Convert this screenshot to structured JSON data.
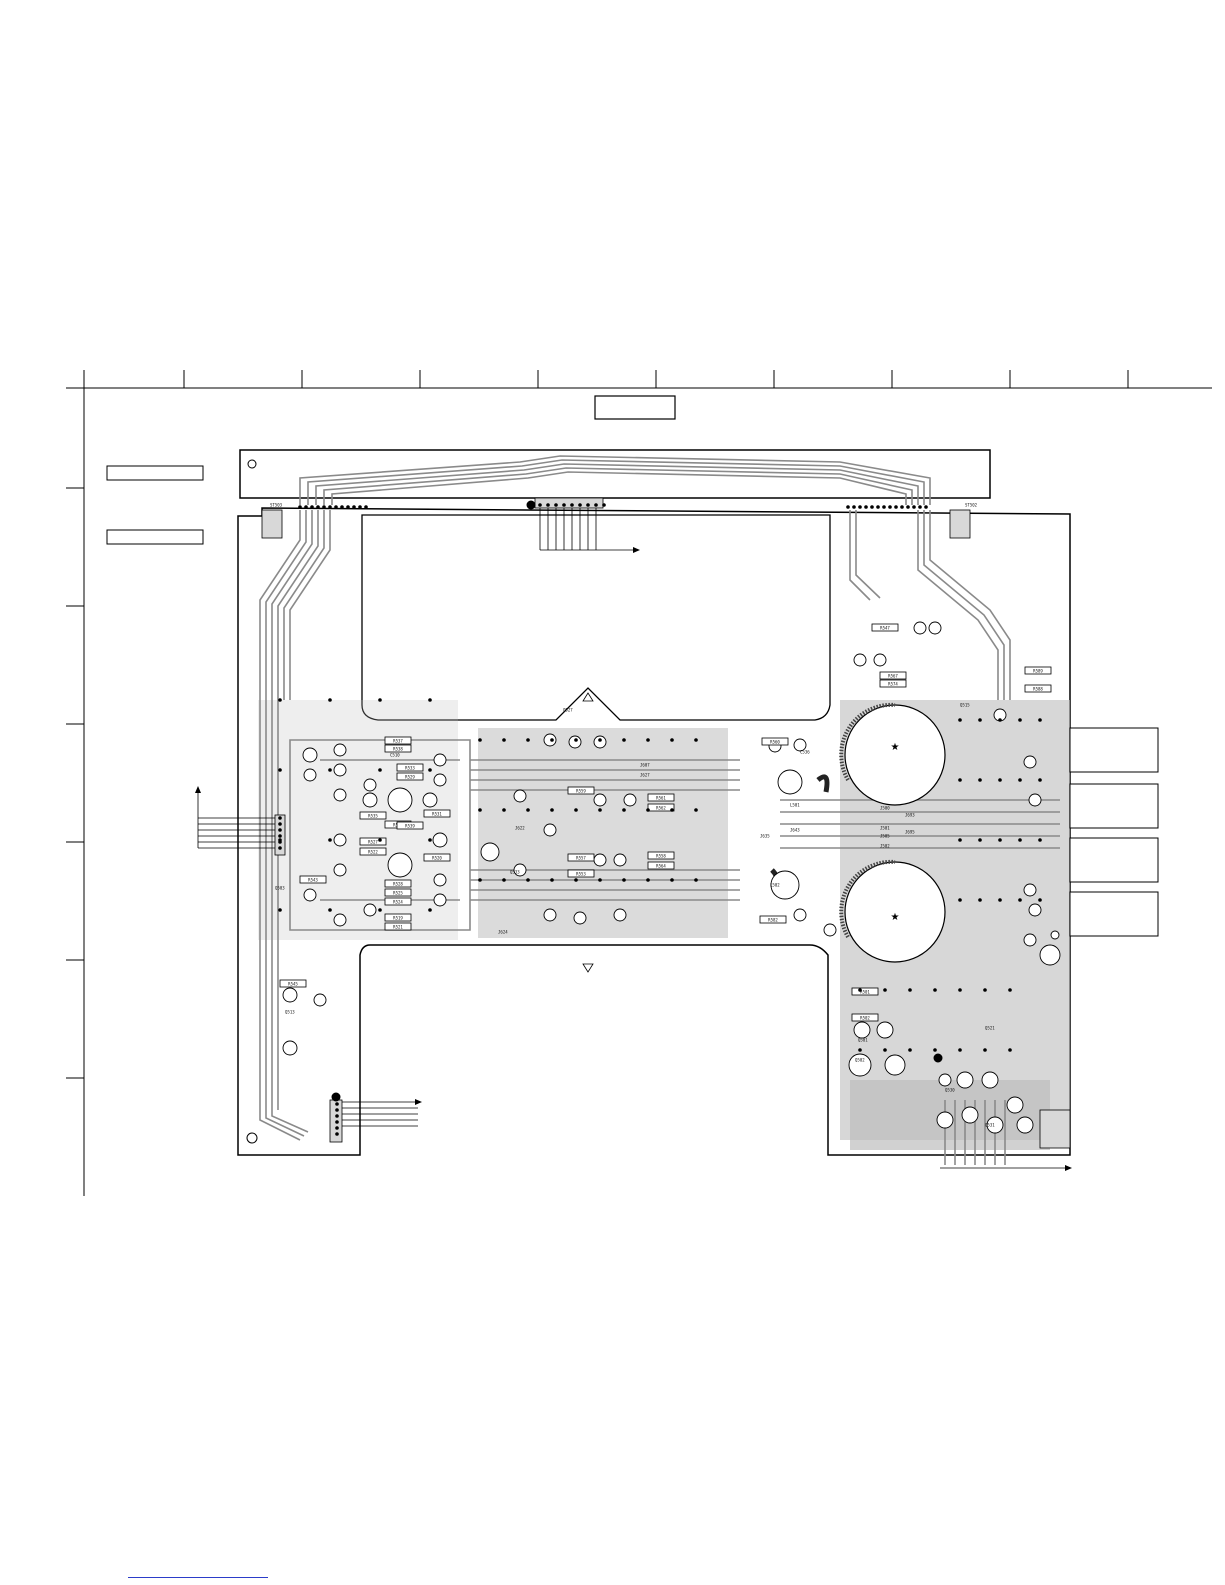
{
  "document": {
    "type": "pcb-layout",
    "grid_columns": 10,
    "grid_rows": 7
  },
  "board": {
    "trace_color": "#8a8a8a",
    "copper_color": "#b4b4b4",
    "outline_color": "#000000"
  },
  "components": [
    {
      "ref": "R537"
    },
    {
      "ref": "R538"
    },
    {
      "ref": "R533"
    },
    {
      "ref": "R529"
    },
    {
      "ref": "R535"
    },
    {
      "ref": "R536"
    },
    {
      "ref": "R531"
    },
    {
      "ref": "R539"
    },
    {
      "ref": "R527"
    },
    {
      "ref": "R522"
    },
    {
      "ref": "R520"
    },
    {
      "ref": "R528"
    },
    {
      "ref": "R525"
    },
    {
      "ref": "R524"
    },
    {
      "ref": "R519"
    },
    {
      "ref": "R521"
    },
    {
      "ref": "R559"
    },
    {
      "ref": "R561"
    },
    {
      "ref": "R562"
    },
    {
      "ref": "R560"
    },
    {
      "ref": "R553"
    },
    {
      "ref": "R558"
    },
    {
      "ref": "R564"
    },
    {
      "ref": "R557"
    },
    {
      "ref": "R547"
    },
    {
      "ref": "R567"
    },
    {
      "ref": "R574"
    },
    {
      "ref": "R545"
    },
    {
      "ref": "R543"
    },
    {
      "ref": "R582"
    },
    {
      "ref": "R589"
    },
    {
      "ref": "R502"
    },
    {
      "ref": "R501"
    },
    {
      "ref": "R588"
    },
    {
      "ref": "Q527"
    },
    {
      "ref": "Q533"
    },
    {
      "ref": "Q503"
    },
    {
      "ref": "Q513"
    },
    {
      "ref": "Q515"
    },
    {
      "ref": "Q501"
    },
    {
      "ref": "Q502"
    },
    {
      "ref": "Q521"
    },
    {
      "ref": "Q530"
    },
    {
      "ref": "Q531"
    },
    {
      "ref": "ST503"
    },
    {
      "ref": "ST502"
    },
    {
      "ref": "J500"
    },
    {
      "ref": "J501"
    },
    {
      "ref": "J502"
    },
    {
      "ref": "J505"
    },
    {
      "ref": "J607"
    },
    {
      "ref": "J627"
    },
    {
      "ref": "J622"
    },
    {
      "ref": "J624"
    },
    {
      "ref": "J635"
    },
    {
      "ref": "J643"
    },
    {
      "ref": "J693"
    },
    {
      "ref": "J695"
    },
    {
      "ref": "L501"
    },
    {
      "ref": "L502"
    },
    {
      "ref": "C536"
    },
    {
      "ref": "C510"
    }
  ]
}
